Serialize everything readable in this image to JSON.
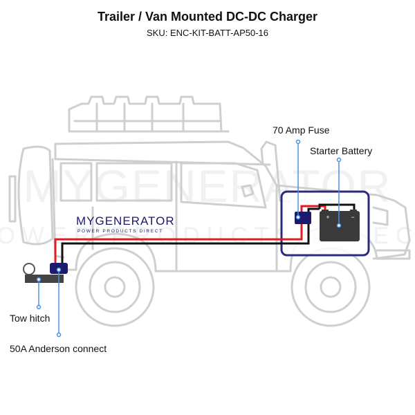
{
  "header": {
    "title": "Trailer / Van Mounted DC-DC Charger",
    "sku": "SKU: ENC-KIT-BATT-AP50-16"
  },
  "logo": {
    "text": "MYGENERATOR",
    "tagline": "POWER PRODUCTS DIRECT"
  },
  "watermark": {
    "text": "MYGENERATOR",
    "tagline": "POWER PRODUCTS DIRECT"
  },
  "labels": {
    "fuse": "70 Amp Fuse",
    "battery": "Starter Battery",
    "tow_hitch": "Tow hitch",
    "anderson": "50A Anderson connect"
  },
  "colors": {
    "positive_wire": "#e31b23",
    "negative_wire": "#111111",
    "highlight_box": "#2b2a7c",
    "leader_line": "#4a90e2",
    "vehicle_outline": "#cfcfcf",
    "component": "#1a1a6e"
  }
}
